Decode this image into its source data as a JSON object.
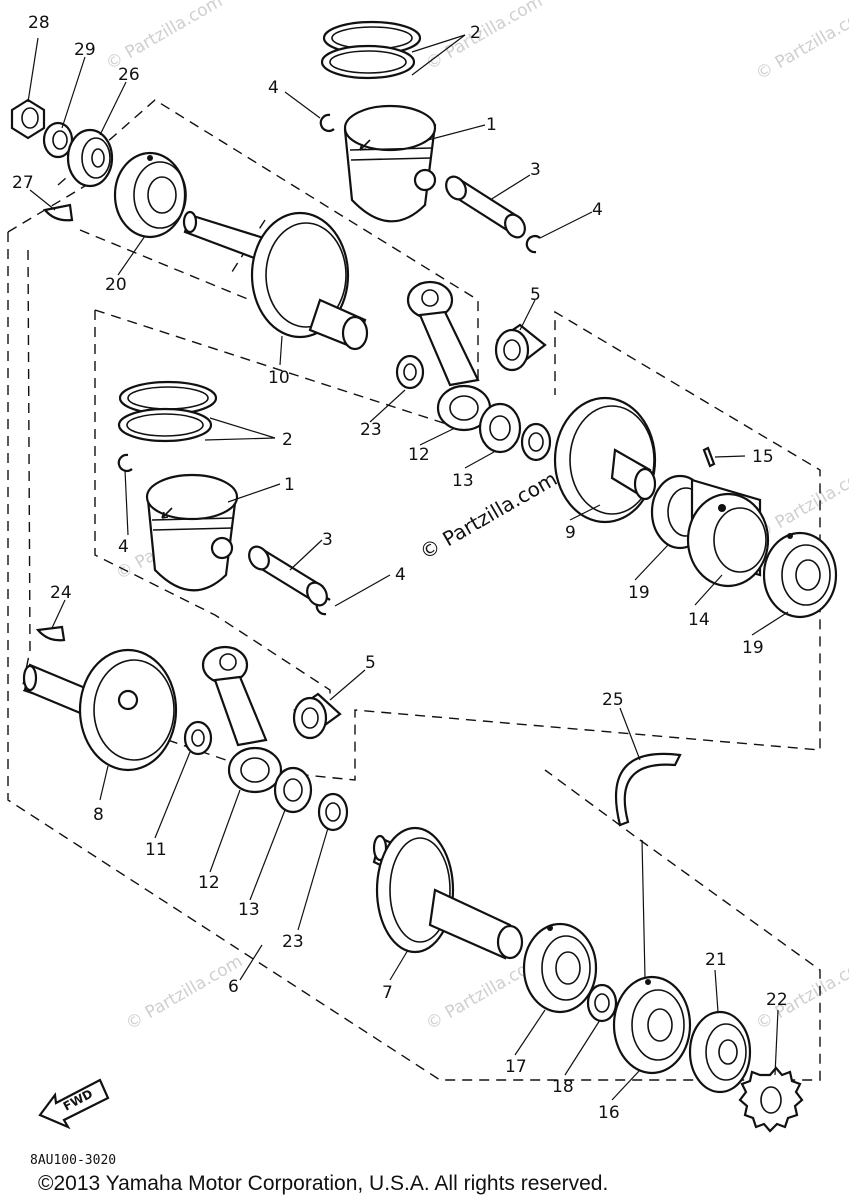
{
  "diagram": {
    "part_code": "8AU100-3020",
    "copyright": "©2013  Yamaha Motor Corporation, U.S.A. All rights reserved.",
    "watermark": "© Partzilla.com",
    "fwd_label": "FWD",
    "callouts": {
      "n1": "1",
      "n2": "2",
      "n3": "3",
      "n4": "4",
      "n5": "5",
      "n6": "6",
      "n7": "7",
      "n8": "8",
      "n9": "9",
      "n10": "10",
      "n11": "11",
      "n12": "12",
      "n13": "13",
      "n14": "14",
      "n15": "15",
      "n16": "16",
      "n17": "17",
      "n18": "18",
      "n19": "19",
      "n20": "20",
      "n21": "21",
      "n22": "22",
      "n23": "23",
      "n24": "24",
      "n25": "25",
      "n26": "26",
      "n27": "27",
      "n28": "28",
      "n29": "29"
    }
  }
}
